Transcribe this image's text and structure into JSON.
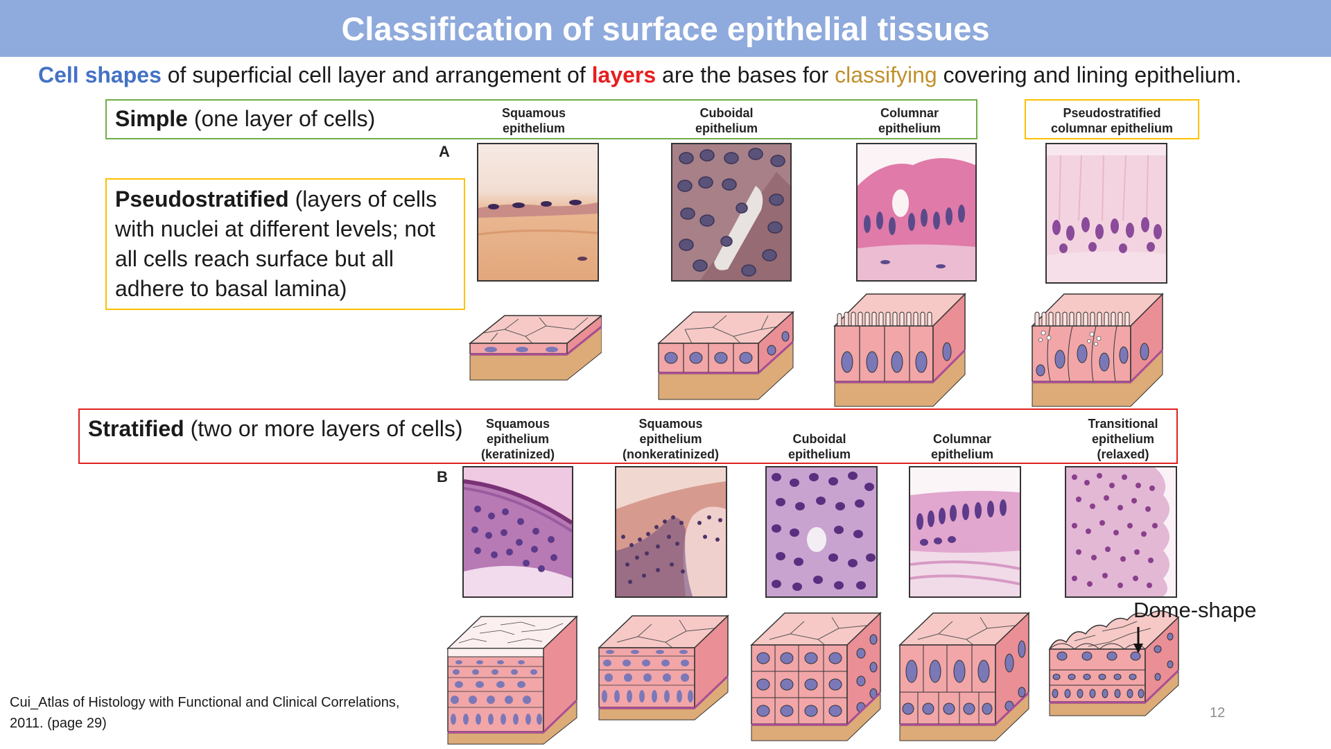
{
  "slide": {
    "title": "Classification of surface epithelial tissues",
    "subtitle_parts": [
      {
        "text": "Cell shapes",
        "style": "blue"
      },
      {
        "text": " of superficial cell layer and arrangement of ",
        "style": "plain"
      },
      {
        "text": "layers",
        "style": "red"
      },
      {
        "text": " are the bases for ",
        "style": "plain"
      },
      {
        "text": "classifying",
        "style": "gold"
      },
      {
        "text": " covering and lining epithelium.",
        "style": "plain"
      }
    ],
    "simple_box": {
      "bold": "Simple",
      "rest": " (one layer of cells)"
    },
    "pseudo_box": {
      "bold": "Pseudostratified",
      "rest": " (layers of cells with nuclei at different levels; not all cells reach surface but all adhere to basal lamina)"
    },
    "stratified_box": {
      "bold": "Stratified",
      "rest": " (two or more layers of cells)"
    },
    "dome_label": "Dome-shape",
    "citation_line1": "Cui_Atlas of Histology with Functional and Clinical Correlations,",
    "citation_line2": "2011. (page 29)",
    "page_number": "12"
  },
  "figure": {
    "panel_a": "A",
    "panel_b": "B",
    "simple_headers": [
      {
        "line1": "Squamous",
        "line2": "epithelium"
      },
      {
        "line1": "Cuboidal",
        "line2": "epithelium"
      },
      {
        "line1": "Columnar",
        "line2": "epithelium"
      },
      {
        "line1": "Pseudostratified",
        "line2": "columnar epithelium"
      }
    ],
    "stratified_headers": [
      {
        "line1": "Squamous",
        "line2": "epithelium",
        "line3": "(keratinized)"
      },
      {
        "line1": "Squamous",
        "line2": "epithelium",
        "line3": "(nonkeratinized)"
      },
      {
        "line1": "",
        "line2": "Cuboidal",
        "line3": "epithelium"
      },
      {
        "line1": "",
        "line2": "Columnar",
        "line3": "epithelium"
      },
      {
        "line1": "Transitional",
        "line2": "epithelium",
        "line3": "(relaxed)"
      }
    ]
  },
  "colors": {
    "title_bar": "#8faadc",
    "blue": "#4472c4",
    "red": "#e81e1e",
    "gold": "#c0902b",
    "green_box": "#70ad47",
    "yellow_box": "#ffc000",
    "red_box": "#e02020",
    "cell_pink": "#f2a6a8",
    "cell_top": "#f7c9c6",
    "nucleus": "#7b78b8",
    "connective": "#dcab78",
    "basement": "#b24aa0"
  }
}
